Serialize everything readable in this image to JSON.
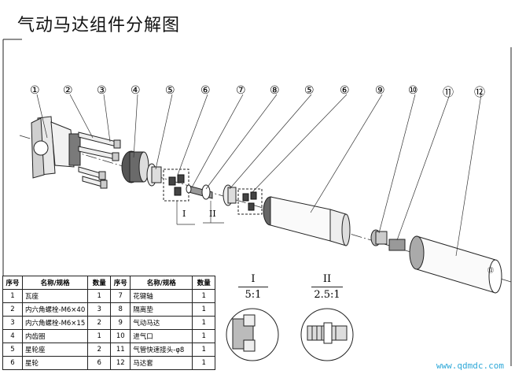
{
  "title": "气动马达组件分解图",
  "watermark": "www.qdmdc.com",
  "callouts": [
    "①",
    "②",
    "③",
    "④",
    "⑤",
    "⑥",
    "⑦",
    "⑧",
    "⑤",
    "⑥",
    "⑨",
    "⑩",
    "⑪",
    "⑫"
  ],
  "section_marks": [
    "I",
    "II"
  ],
  "details": [
    {
      "roman": "I",
      "scale": "5:1"
    },
    {
      "roman": "II",
      "scale": "2.5:1"
    }
  ],
  "body_mark": "⑫",
  "bom": {
    "headers": [
      "序号",
      "名称/规格",
      "数量",
      "序号",
      "名称/规格",
      "数量"
    ],
    "rows": [
      [
        "1",
        "瓦座",
        "1",
        "7",
        "花键轴",
        "1"
      ],
      [
        "2",
        "内六角螺栓-M6×40",
        "3",
        "8",
        "隔离垫",
        "1"
      ],
      [
        "3",
        "内六角螺栓-M6×15",
        "2",
        "9",
        "气动马达",
        "1"
      ],
      [
        "4",
        "内齿圈",
        "1",
        "10",
        "进气口",
        "1"
      ],
      [
        "5",
        "星轮座",
        "2",
        "11",
        "气管快速接头-φ8",
        "1"
      ],
      [
        "6",
        "星轮",
        "6",
        "12",
        "马达套",
        "1"
      ]
    ]
  }
}
